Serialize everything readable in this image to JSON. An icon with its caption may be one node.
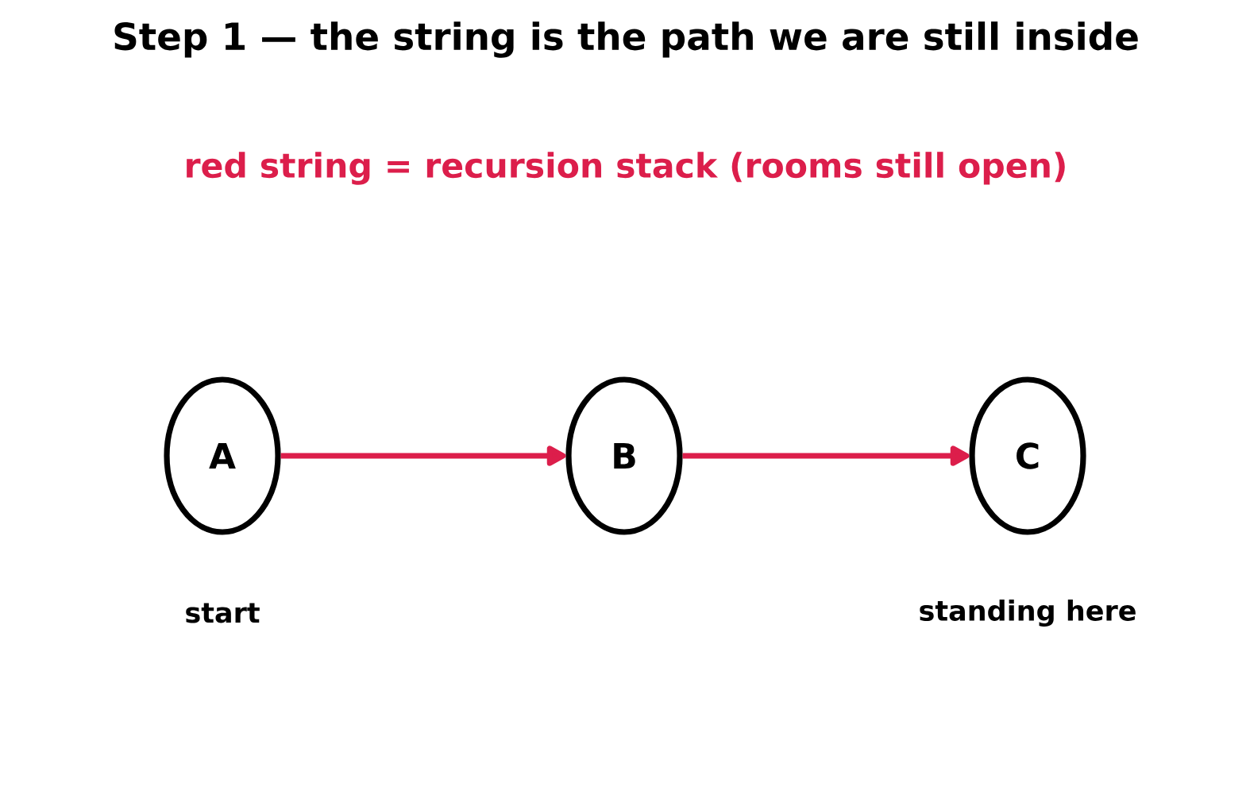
{
  "diagram": {
    "title": "Step 1 — the string is the path we are still inside",
    "nodes": [
      {
        "text": [
          "A"
        ],
        "beside": [
          "start"
        ]
      },
      {
        "text": [
          "B"
        ]
      },
      {
        "text": [
          "C"
        ],
        "beside": [
          "standing here"
        ]
      }
    ],
    "edges": [
      {
        "from": 0,
        "to": 1,
        "arrow": "to"
      },
      {
        "from": 1,
        "to": 2,
        "arrow": "to"
      }
    ],
    "labels": [
      "red string = recursion stack (rooms still open)"
    ]
  }
}
